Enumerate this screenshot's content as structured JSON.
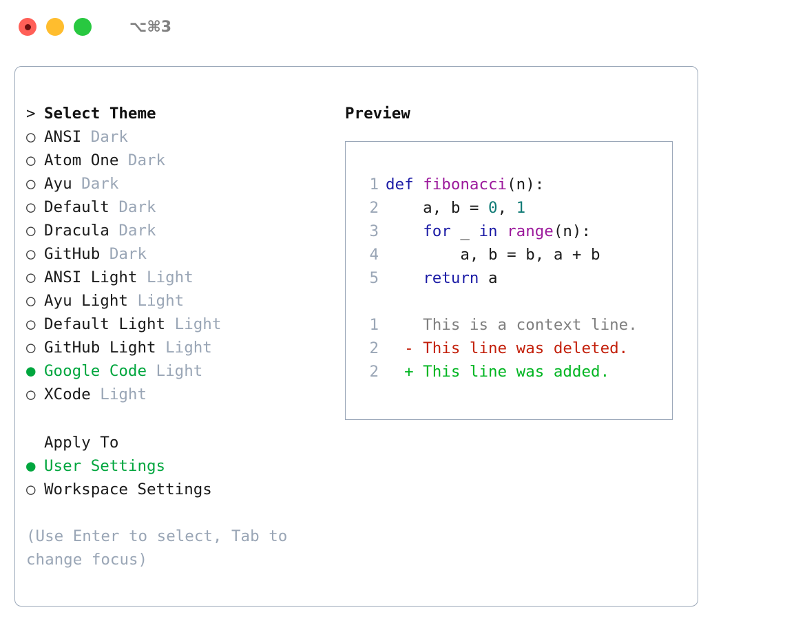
{
  "window": {
    "traffic_lights": [
      "close",
      "minimize",
      "maximize"
    ],
    "shortcut": "⌥⌘3",
    "colors": {
      "close": "#ff5f57",
      "minimize": "#ffbd2e",
      "maximize": "#28c840",
      "panel_border": "#9aa7b8",
      "accent_green": "#00a63e",
      "muted": "#9aa6b6"
    }
  },
  "theme_picker": {
    "title": "Select Theme",
    "title_prefix": ">",
    "marker_selected": "●",
    "marker_unselected": "○",
    "items": [
      {
        "marker": "○",
        "name": "ANSI",
        "variant": "Dark",
        "selected": false
      },
      {
        "marker": "○",
        "name": "Atom One",
        "variant": "Dark",
        "selected": false
      },
      {
        "marker": "○",
        "name": "Ayu",
        "variant": "Dark",
        "selected": false
      },
      {
        "marker": "○",
        "name": "Default",
        "variant": "Dark",
        "selected": false
      },
      {
        "marker": "○",
        "name": "Dracula",
        "variant": "Dark",
        "selected": false
      },
      {
        "marker": "○",
        "name": "GitHub",
        "variant": "Dark",
        "selected": false
      },
      {
        "marker": "○",
        "name": "ANSI Light",
        "variant": "Light",
        "selected": false
      },
      {
        "marker": "○",
        "name": "Ayu Light",
        "variant": "Light",
        "selected": false
      },
      {
        "marker": "○",
        "name": "Default Light",
        "variant": "Light",
        "selected": false
      },
      {
        "marker": "○",
        "name": "GitHub Light",
        "variant": "Light",
        "selected": false
      },
      {
        "marker": "●",
        "name": "Google Code",
        "variant": "Light",
        "selected": true
      },
      {
        "marker": "○",
        "name": "XCode",
        "variant": "Light",
        "selected": false
      }
    ]
  },
  "apply_to": {
    "title": "Apply To",
    "items": [
      {
        "marker": "●",
        "name": "User Settings",
        "selected": true
      },
      {
        "marker": "○",
        "name": "Workspace Settings",
        "selected": false
      }
    ]
  },
  "hint": {
    "line1": "(Use Enter to select, Tab to",
    "line2": "change focus)"
  },
  "preview": {
    "title": "Preview",
    "code_lines": [
      {
        "lineno": "1",
        "tokens": [
          {
            "text": "def ",
            "kind": "kw"
          },
          {
            "text": "fibonacci",
            "kind": "fn"
          },
          {
            "text": "(n):",
            "kind": "code"
          }
        ]
      },
      {
        "lineno": "2",
        "tokens": [
          {
            "text": "    a, b = ",
            "kind": "code"
          },
          {
            "text": "0",
            "kind": "num"
          },
          {
            "text": ", ",
            "kind": "code"
          },
          {
            "text": "1",
            "kind": "num"
          }
        ]
      },
      {
        "lineno": "3",
        "tokens": [
          {
            "text": "    ",
            "kind": "code"
          },
          {
            "text": "for",
            "kind": "kw"
          },
          {
            "text": " _ ",
            "kind": "code"
          },
          {
            "text": "in",
            "kind": "kw"
          },
          {
            "text": " ",
            "kind": "code"
          },
          {
            "text": "range",
            "kind": "fn"
          },
          {
            "text": "(n):",
            "kind": "code"
          }
        ]
      },
      {
        "lineno": "4",
        "tokens": [
          {
            "text": "        a, b = b, a + b",
            "kind": "code"
          }
        ]
      },
      {
        "lineno": "5",
        "tokens": [
          {
            "text": "    ",
            "kind": "code"
          },
          {
            "text": "return",
            "kind": "kw"
          },
          {
            "text": " a",
            "kind": "code"
          }
        ]
      }
    ],
    "diff_lines": [
      {
        "lineno": "1",
        "sign": " ",
        "text": " This is a context line.",
        "kind": "ctx"
      },
      {
        "lineno": "2",
        "sign": "-",
        "text": " This line was deleted.",
        "kind": "del"
      },
      {
        "lineno": "2",
        "sign": "+",
        "text": " This line was added.",
        "kind": "add"
      }
    ]
  }
}
